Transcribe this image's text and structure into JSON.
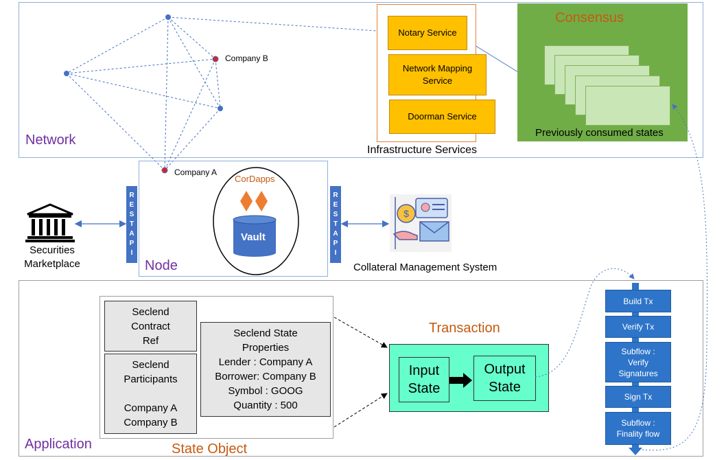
{
  "network": {
    "label": "Network",
    "company_a": "Company A",
    "company_b": "Company B"
  },
  "infrastructure": {
    "label": "Infrastructure Services",
    "notary": "Notary Service",
    "network_mapping": "Network Mapping Service",
    "doorman": "Doorman Service"
  },
  "consensus": {
    "title": "Consensus",
    "caption": "Previously consumed states"
  },
  "node": {
    "label": "Node",
    "cordapps": "CorDapps",
    "vault": "Vault",
    "rest_api_letters": [
      "R",
      "E",
      "S",
      "T",
      "A",
      "P",
      "I"
    ]
  },
  "securities": {
    "line1": "Securities",
    "line2": "Marketplace"
  },
  "collateral": {
    "label": "Collateral Management System"
  },
  "application": {
    "label": "Application",
    "state_object": "State Object",
    "contract_ref": [
      "Seclend",
      "Contract",
      "Ref"
    ],
    "participants": [
      "Seclend",
      "Participants",
      "",
      "Company A",
      "Company B"
    ],
    "state_properties": [
      "Seclend State",
      "Properties",
      "Lender :  Company A",
      "Borrower: Company B",
      "Symbol : GOOG",
      "Quantity : 500"
    ],
    "transaction_title": "Transaction",
    "input_state": [
      "Input",
      "State"
    ],
    "output_state": [
      "Output",
      "State"
    ]
  },
  "flow": {
    "build": "Build Tx",
    "verify": "Verify Tx",
    "subflow_verify": [
      "Subflow :",
      "Verify",
      "Signatures"
    ],
    "sign": "Sign Tx",
    "subflow_finality": [
      "Subflow :",
      "Finality flow"
    ]
  },
  "colors": {
    "region_border": "#8fb0d9",
    "label_purple": "#7030a0",
    "label_orange": "#c55a11",
    "service_yellow": "#ffc000",
    "consensus_green": "#70ad47",
    "flow_blue": "#2e75c9",
    "transaction_mint": "#66ffcc"
  }
}
